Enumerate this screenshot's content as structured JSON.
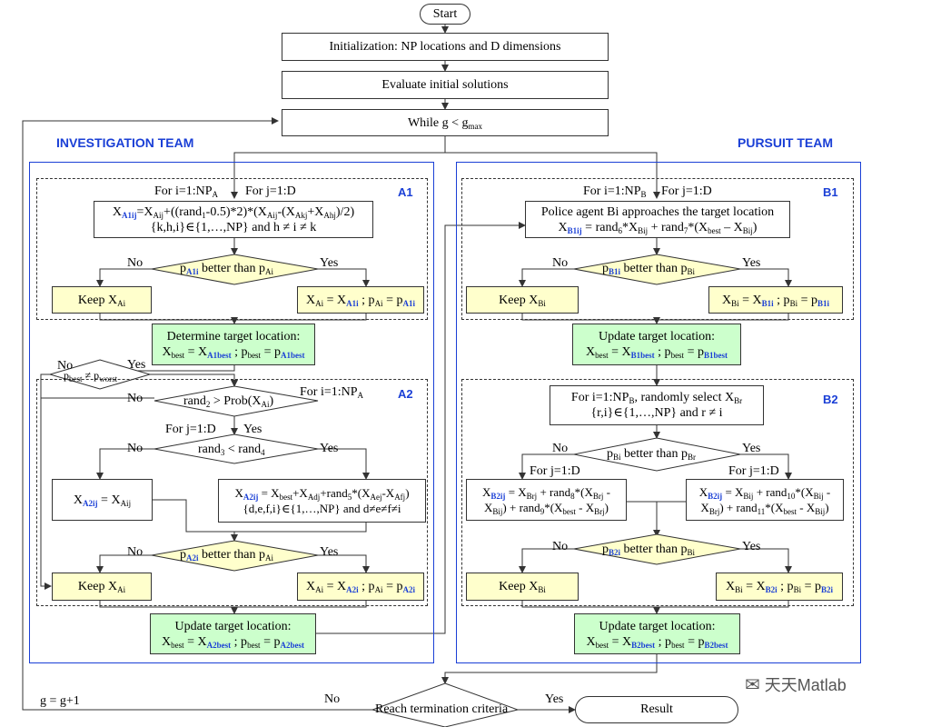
{
  "start": "Start",
  "init": "Initialization: NP locations and D dimensions",
  "evaluate": "Evaluate initial solutions",
  "while_label": "While g < g",
  "while_sub": "max",
  "team_a": "INVESTIGATION TEAM",
  "team_b": "PURSUIT TEAM",
  "tag_a1": "A1",
  "tag_a2": "A2",
  "tag_b1": "B1",
  "tag_b2": "B2",
  "yes": "Yes",
  "no": "No",
  "g_update": "g = g+1",
  "terminate": "Reach termination criteria",
  "result": "Result",
  "watermark": "天天Matlab",
  "a1": {
    "loop_i": "For i=1:NP",
    "loop_i_sub": "A",
    "loop_j": "For j=1:D",
    "update_line2": "{k,h,i}∈{1,…,NP} and h ≠ i ≠ k",
    "keep": "Keep X",
    "keep_sub": "Ai"
  },
  "a_target": "Determine target location:",
  "a2": {
    "loop_i": "For i=1:NP",
    "loop_i_sub": "A",
    "loop_j": "For j=1:D",
    "update_line2": "{d,e,f,i}∈{1,…,NP} and d≠e≠f≠i",
    "keep": "Keep X",
    "keep_sub": "Ai"
  },
  "a_update": "Update target location:",
  "b1": {
    "loop": "For i=1:NP",
    "loop_sub": "B",
    "loop_j": "For j=1:D",
    "approach": "Police agent Bi approaches the target location",
    "keep": "Keep X",
    "keep_sub": "Bi"
  },
  "b_target": "Update target location:",
  "b2": {
    "loop": "For i=1:NP",
    "loop_tail": ", randomly select X",
    "loop_line2": "{r,i}∈{1,…,NP} and r ≠ i",
    "loop_j": "For j=1:D",
    "keep": "Keep X",
    "keep_sub": "Bi"
  },
  "b_update": "Update target location:",
  "colors": {
    "accent": "#1a3fd6",
    "yellow": "#ffffcc",
    "green": "#ccffcc"
  }
}
